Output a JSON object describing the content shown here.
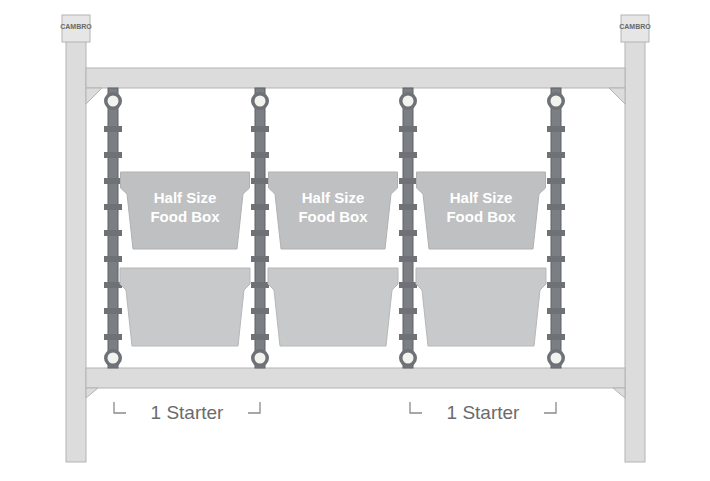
{
  "diagram": {
    "nodes": [
      {
        "text": [
          "Half Size Food Box"
        ]
      },
      {
        "text": [
          "Half Size Food Box"
        ]
      },
      {
        "text": [
          "Half Size Food Box"
        ]
      }
    ],
    "labels": [
      "CAMBRO",
      "CAMBRO",
      "1 Starter",
      "1 Starter"
    ]
  }
}
